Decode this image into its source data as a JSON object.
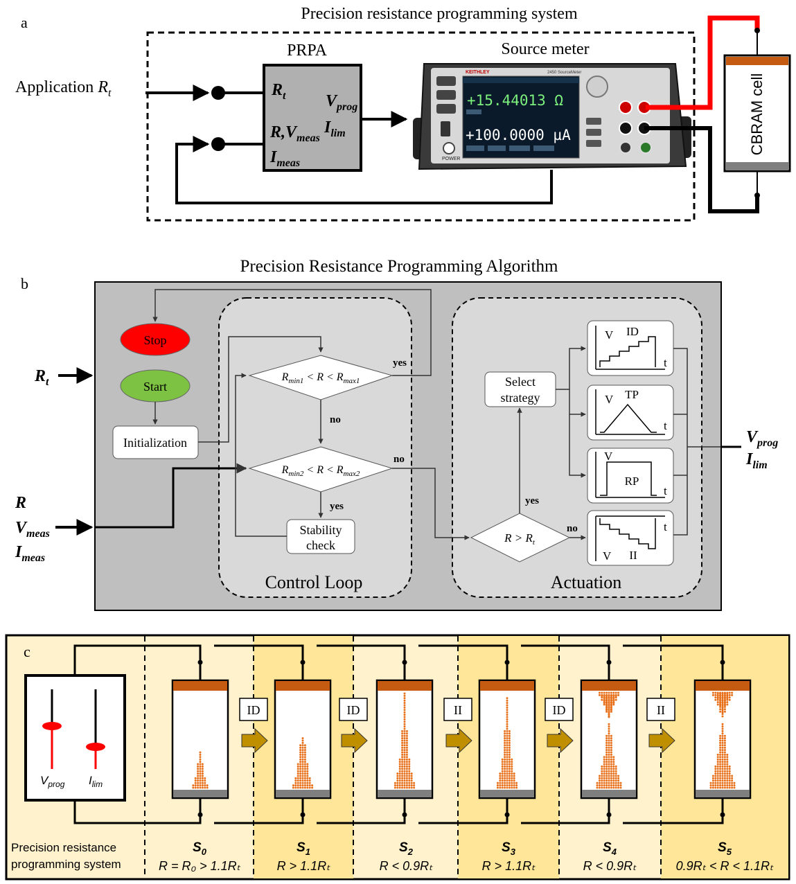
{
  "panel_a": {
    "letter": "a",
    "title": "Precision resistance programming system",
    "input_label": "Application",
    "input_var": "R",
    "input_sub": "t",
    "prpa_label": "PRPA",
    "prpa_in1_var": "R",
    "prpa_in1_sub": "t",
    "prpa_in2_var": "R,V",
    "prpa_in2_sub": "meas",
    "prpa_in3_var": "I",
    "prpa_in3_sub": "meas",
    "prpa_out1_var": "V",
    "prpa_out1_sub": "prog",
    "prpa_out2_var": "I",
    "prpa_out2_sub": "lim",
    "source_meter_label": "Source meter",
    "meter_brand": "KEITHLEY",
    "meter_model": "2450 SourceMeter",
    "meter_reading1": "+15.44013 Ω",
    "meter_reading2": "+100.0000 µA",
    "meter_power": "POWER",
    "cell_label": "CBRAM cell"
  },
  "panel_b": {
    "letter": "b",
    "title": "Precision Resistance Programming Algorithm",
    "input_rt_var": "R",
    "input_rt_sub": "t",
    "input_r": "R",
    "input_vmeas_var": "V",
    "input_vmeas_sub": "meas",
    "input_imeas_var": "I",
    "input_imeas_sub": "meas",
    "stop_label": "Stop",
    "start_label": "Start",
    "init_label": "Initialization",
    "decision1": {
      "a": "R",
      "a_sub": "min1",
      "mid": " < R < ",
      "b": "R",
      "b_sub": "max1"
    },
    "decision2": {
      "a": "R",
      "a_sub": "min2",
      "mid": " < R < ",
      "b": "R",
      "b_sub": "max2"
    },
    "yes1": "yes",
    "no1": "no",
    "yes2": "yes",
    "no2": "no",
    "stability_line1": "Stability",
    "stability_line2": "check",
    "control_loop_label": "Control Loop",
    "select_line1": "Select",
    "select_line2": "strategy",
    "decision3_var": "R > R",
    "decision3_sub": "t",
    "yes3": "yes",
    "no3": "no",
    "actuation_label": "Actuation",
    "strategies": [
      {
        "v": "V",
        "t": "t",
        "name": "ID"
      },
      {
        "v": "V",
        "t": "t",
        "name": "TP"
      },
      {
        "v": "V",
        "t": "t",
        "name": "RP"
      },
      {
        "v": "V",
        "t": "t",
        "name": "II"
      }
    ],
    "output_v_var": "V",
    "output_v_sub": "prog",
    "output_i_var": "I",
    "output_i_sub": "lim"
  },
  "panel_c": {
    "letter": "c",
    "system_line1": "Precision resistance",
    "system_line2": "programming system",
    "slider_v_var": "V",
    "slider_v_sub": "prog",
    "slider_i_var": "I",
    "slider_i_sub": "lim",
    "steps": [
      "ID",
      "ID",
      "II",
      "ID",
      "II"
    ],
    "states": [
      {
        "name": "S",
        "sub": "0",
        "cond": "R = R₀ > 1.1Rₜ"
      },
      {
        "name": "S",
        "sub": "1",
        "cond": "R > 1.1Rₜ"
      },
      {
        "name": "S",
        "sub": "2",
        "cond": "R < 0.9Rₜ"
      },
      {
        "name": "S",
        "sub": "3",
        "cond": "R > 1.1Rₜ"
      },
      {
        "name": "S",
        "sub": "4",
        "cond": "R < 0.9Rₜ"
      },
      {
        "name": "S",
        "sub": "5",
        "cond": "0.9Rₜ < R < 1.1Rₜ"
      }
    ]
  },
  "colors": {
    "stop": "#ff0000",
    "start": "#7dc242",
    "panel_b_bg": "#bfbfbf",
    "panel_b_inner": "#d9d9d9",
    "prpa_fill": "#b0b0b0",
    "cell_top": "#c55a11",
    "cell_bottom": "#7f7f7f",
    "filament": "#e8701a",
    "arrow": "#bf8f00",
    "light_bg": "#fff2cc",
    "dark_bg": "#ffe699",
    "wire_red": "#ff0000"
  }
}
